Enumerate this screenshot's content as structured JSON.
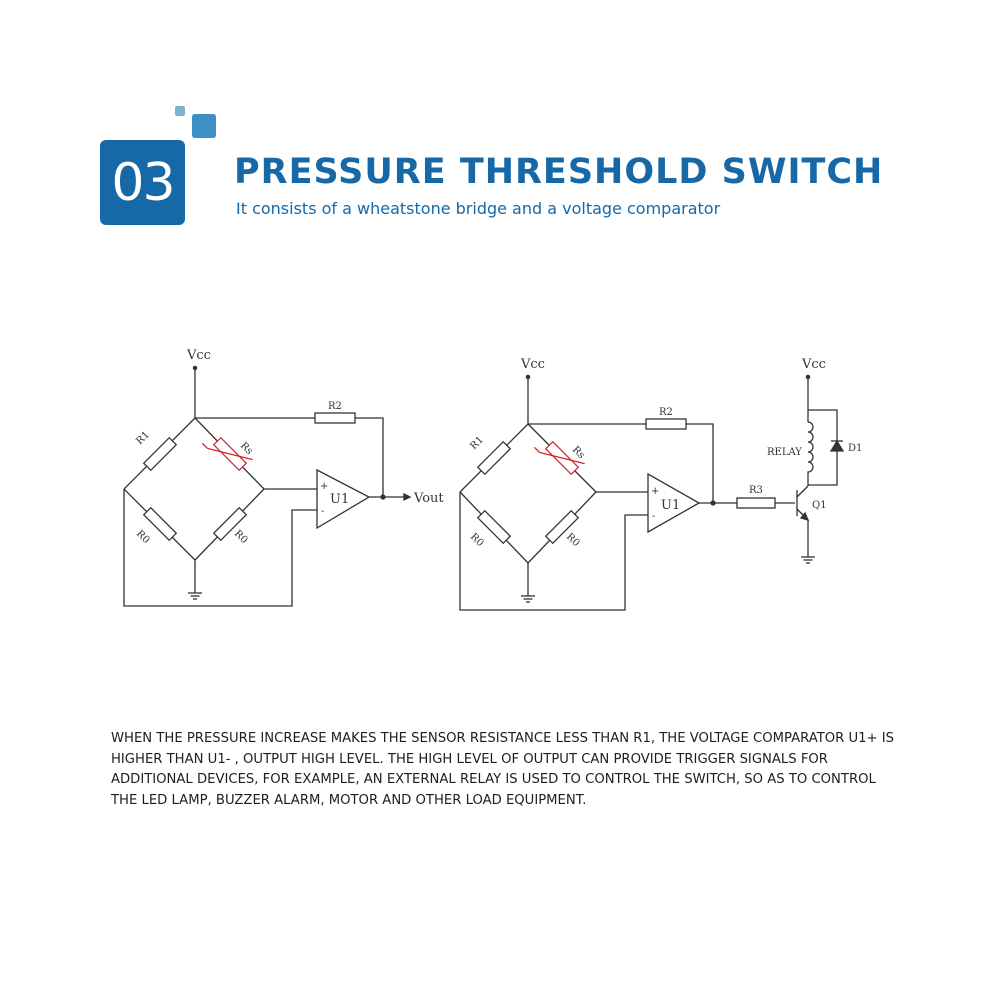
{
  "header": {
    "number": "03",
    "title": "PRESSURE THRESHOLD SWITCH",
    "subtitle": "It consists of a wheatstone bridge and a voltage comparator"
  },
  "circuit_left": {
    "vcc_label": "Vcc",
    "r1_label": "R1",
    "rs_label": "Rs",
    "r0_left_label": "R0",
    "r0_right_label": "R0",
    "r2_label": "R2",
    "u1_label": "U1",
    "plus_label": "+",
    "minus_label": "-",
    "vout_label": "Vout"
  },
  "circuit_right": {
    "vcc_label": "Vcc",
    "r1_label": "R1",
    "rs_label": "Rs",
    "r0_left_label": "R0",
    "r0_right_label": "R0",
    "r2_label": "R2",
    "u1_label": "U1",
    "plus_label": "+",
    "minus_label": "-",
    "r3_label": "R3",
    "q1_label": "Q1",
    "relay_label": "RELAY",
    "d1_label": "D1",
    "vcc2_label": "Vcc"
  },
  "description": "WHEN THE PRESSURE INCREASE MAKES THE SENSOR RESISTANCE LESS THAN R1, THE VOLTAGE COMPARATOR U1+ IS HIGHER THAN U1- , OUTPUT HIGH LEVEL. THE HIGH LEVEL OF OUTPUT CAN PROVIDE TRIGGER SIGNALS FOR ADDITIONAL DEVICES, FOR EXAMPLE, AN EXTERNAL RELAY IS USED TO CONTROL THE SWITCH, SO AS TO CONTROL THE LED LAMP, BUZZER ALARM, MOTOR AND OTHER LOAD EQUIPMENT.",
  "colors": {
    "brand_blue": "#1668a7",
    "sensor_red": "#d9262c",
    "wire": "#333333"
  }
}
